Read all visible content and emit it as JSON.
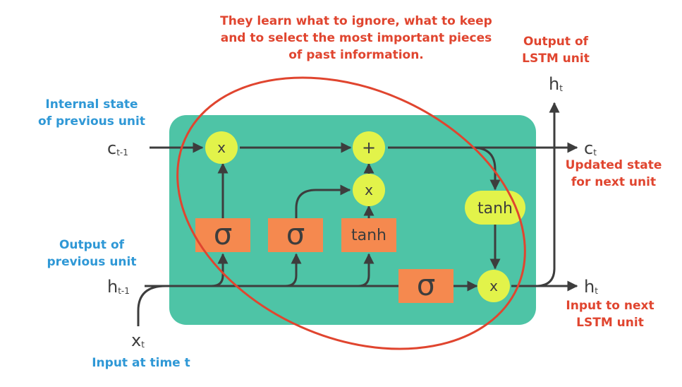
{
  "annotation": {
    "line1": "They learn what to ignore, what to keep",
    "line2": "and to select the most important pieces",
    "line3": "of past information."
  },
  "labels": {
    "output_of_lstm_unit": [
      "Output of",
      "LSTM unit"
    ],
    "internal_state_prev": [
      "Internal state",
      "of previous unit"
    ],
    "output_prev_unit": [
      "Output of",
      "previous unit"
    ],
    "updated_state": [
      "Updated state",
      "for next unit"
    ],
    "input_next_unit": [
      "Input to next",
      "LSTM unit"
    ],
    "input_at_time": "Input at time t"
  },
  "variables": {
    "c_prev": {
      "base": "c",
      "sub": "t-1"
    },
    "c_next": {
      "base": "c",
      "sub": "t"
    },
    "h_prev": {
      "base": "h",
      "sub": "t-1"
    },
    "h_next": {
      "base": "h",
      "sub": "t"
    },
    "h_top": {
      "base": "h",
      "sub": "t"
    },
    "x_t": {
      "base": "x",
      "sub": "t"
    }
  },
  "ops": {
    "forget_multiply": "x",
    "add": "+",
    "input_multiply": "x",
    "tanh_cell": "tanh",
    "output_multiply": "x"
  },
  "gates": {
    "forget_gate": "σ",
    "input_gate": "σ",
    "candidate": "tanh",
    "output_gate": "σ"
  },
  "colors": {
    "cell_box": "#4ec4a6",
    "gate_box": "#f5894f",
    "op_circle": "#e2f34a",
    "line": "#3d3d3d",
    "ellipse": "#e0452f",
    "blue_text": "#2f98d6",
    "red_text": "#e0452f"
  }
}
